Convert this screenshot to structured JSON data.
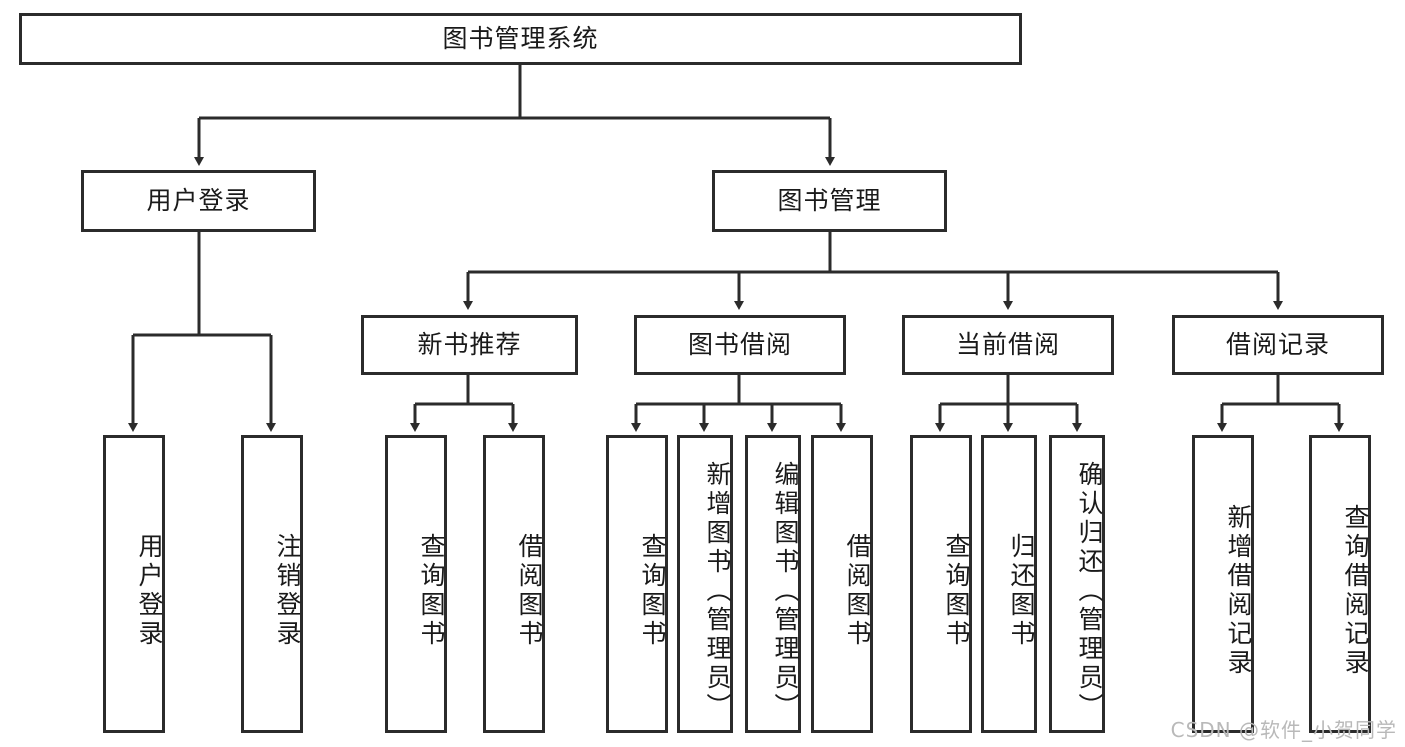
{
  "diagram": {
    "title": "图书管理系统",
    "watermark": "CSDN @软件_小贺同学",
    "stroke_color": "#2b2b2b",
    "background_color": "#ffffff",
    "text_color": "#1a1a1a",
    "watermark_color": "#b9b9b9"
  },
  "root": {
    "label": "图书管理系统"
  },
  "level1": [
    {
      "label": "用户登录"
    },
    {
      "label": "图书管理"
    }
  ],
  "level2": [
    {
      "label": "新书推荐"
    },
    {
      "label": "图书借阅"
    },
    {
      "label": "当前借阅"
    },
    {
      "label": "借阅记录"
    }
  ],
  "leaves": {
    "user_login": [
      {
        "label": "用户登录"
      },
      {
        "label": "注销登录"
      }
    ],
    "new_book_recommend": [
      {
        "label": "查询图书"
      },
      {
        "label": "借阅图书"
      }
    ],
    "book_borrow": [
      {
        "label": "查询图书"
      },
      {
        "label": "新增图书（管理员）"
      },
      {
        "label": "编辑图书（管理员）"
      },
      {
        "label": "借阅图书"
      }
    ],
    "current_borrow": [
      {
        "label": "查询图书"
      },
      {
        "label": "归还图书"
      },
      {
        "label": "确认归还（管理员）"
      }
    ],
    "borrow_record": [
      {
        "label": "新增借阅记录"
      },
      {
        "label": "查询借阅记录"
      }
    ]
  }
}
